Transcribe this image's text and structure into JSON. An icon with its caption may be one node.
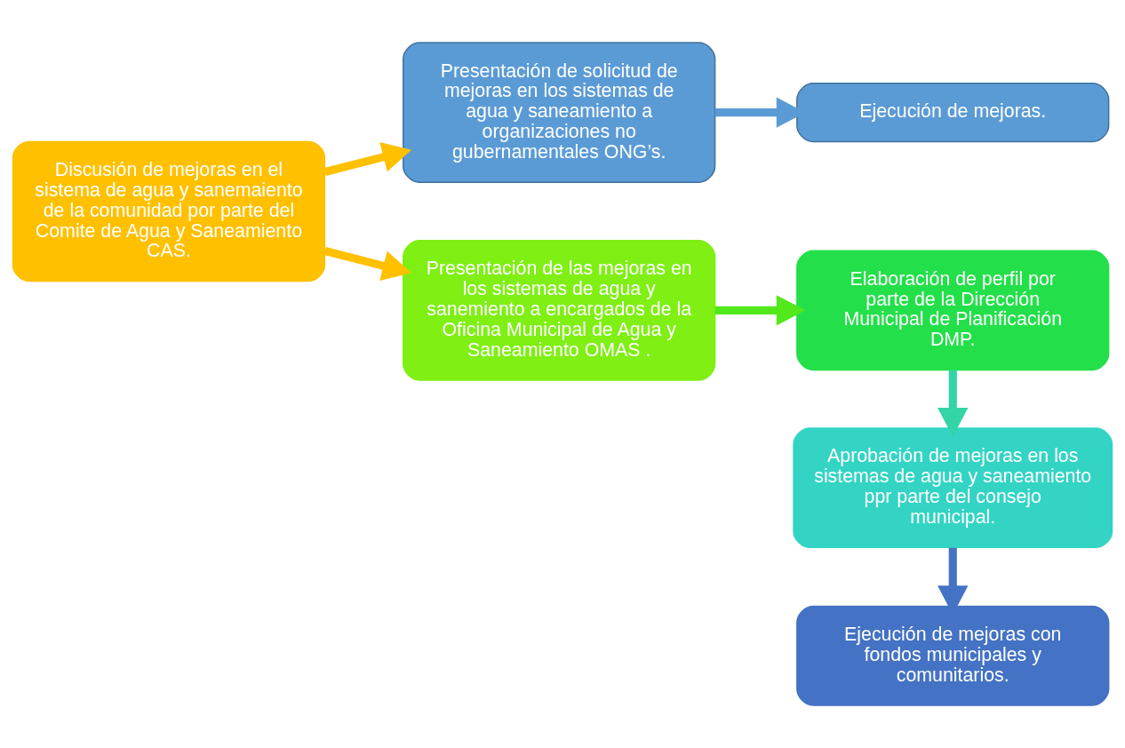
{
  "diagram": {
    "nodes": [
      {
        "text": [
          "Discusión de mejoras en el sistema de agua y sanemaiento de la comunidad por parte del Comite de Agua y Saneamiento CAS."
        ]
      },
      {
        "text": [
          "Presentación de solicitud de mejoras en los sistemas de agua y saneamiento a organizaciones no gubernamentales ONG’s."
        ]
      },
      {
        "text": [
          "Ejecución de mejoras."
        ]
      },
      {
        "text": [
          "Presentación de las mejoras en los sistemas de agua y sanemiento a encargados de la Oficina Municipal de Agua y Saneamiento OMAS ."
        ]
      },
      {
        "text": [
          "Elaboración de perfil por parte de la Dirección Municipal de Planificación DMP."
        ]
      },
      {
        "text": [
          "Aprobación de mejoras en los sistemas de agua y saneamiento ppr parte del consejo municipal."
        ]
      },
      {
        "text": [
          "Ejecución de mejoras con fondos municipales y comunitarios."
        ]
      }
    ],
    "edges": [
      {
        "from": 0,
        "to": 1,
        "arrow": "to",
        "color": "#ffc000"
      },
      {
        "from": 0,
        "to": 3,
        "arrow": "to",
        "color": "#ffc000"
      },
      {
        "from": 1,
        "to": 2,
        "arrow": "to",
        "color": "#5b9bd5"
      },
      {
        "from": 3,
        "to": 4,
        "arrow": "to",
        "color": "#52e81c"
      },
      {
        "from": 4,
        "to": 5,
        "arrow": "to",
        "color": "#33d4a6"
      },
      {
        "from": 5,
        "to": 6,
        "arrow": "to",
        "color": "#4472c4"
      }
    ]
  }
}
